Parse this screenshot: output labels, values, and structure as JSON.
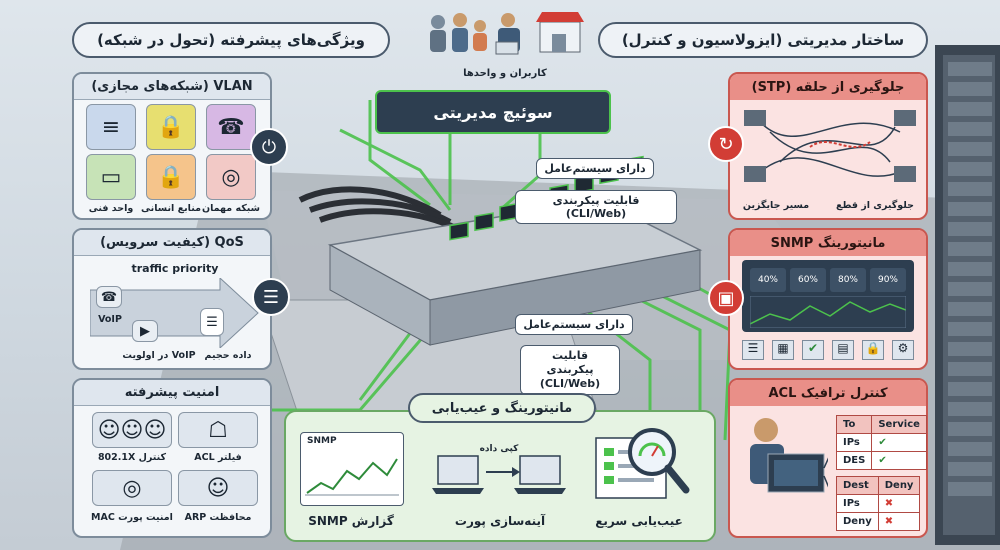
{
  "header": {
    "left_title": "ویژگی‌های پیشرفته (تحول در شبکه)",
    "right_title": "ساختار مدیریتی (ایزولاسیون و کنترل)",
    "users_label": "کاربران و واحدها"
  },
  "center": {
    "switch_title": "سوئیچ مدیریتی",
    "callout1_line1": "دارای سیستم‌عامل",
    "callout1_line2": "قابلیت پیکربندی (CLI/Web)",
    "callout2_line1": "دارای سیستم‌عامل",
    "callout2_line2": "قابلیت پیکربندی",
    "callout2_line3": "(CLI/Web)"
  },
  "vlan": {
    "title": "VLAN (شبکه‌های مجازی)",
    "items": [
      "شبکه مهمان",
      "منابع انسانی",
      "واحد فنی"
    ]
  },
  "qos": {
    "title": "QoS (کیفیت سرویس)",
    "traffic_priority": "traffic priority",
    "voip_top": "VoIP",
    "voip_priority": "VoIP در اولویت",
    "bulk_data": "داده حجیم"
  },
  "security": {
    "title": "امنیت پیشرفته",
    "items": [
      "کنترل 802.1X",
      "فیلتر ACL",
      "امنیت پورت MAC",
      "محافظت ARP"
    ]
  },
  "stp": {
    "title": "جلوگیری از حلقه (STP)",
    "left_label": "مسیر جایگزین",
    "right_label": "جلوگیری از قطع"
  },
  "snmp": {
    "title": "مانیتورینگ SNMP",
    "gauges": [
      "40%",
      "60%",
      "80%",
      "90%"
    ]
  },
  "acl": {
    "title": "کنترل ترافیک ACL",
    "table1": {
      "headers": [
        "To",
        "Service"
      ],
      "rows": [
        "IPs",
        "DES"
      ]
    },
    "table2": {
      "headers": [
        "Dest",
        "Deny"
      ],
      "rows": [
        "IPs",
        "Deny"
      ]
    }
  },
  "monitoring": {
    "title": "مانیتورینگ و عیب‌یابی",
    "snmp_report": "گزارش SNMP",
    "snmp_tag": "SNMP",
    "port_mirroring": "آینه‌سازی پورت",
    "copy_data": "کپی داده",
    "quick_troubleshoot": "عیب‌یابی سریع"
  },
  "colors": {
    "accent_green": "#4cc24c",
    "accent_red": "#d23d35",
    "dark_navy": "#2d3e50"
  }
}
